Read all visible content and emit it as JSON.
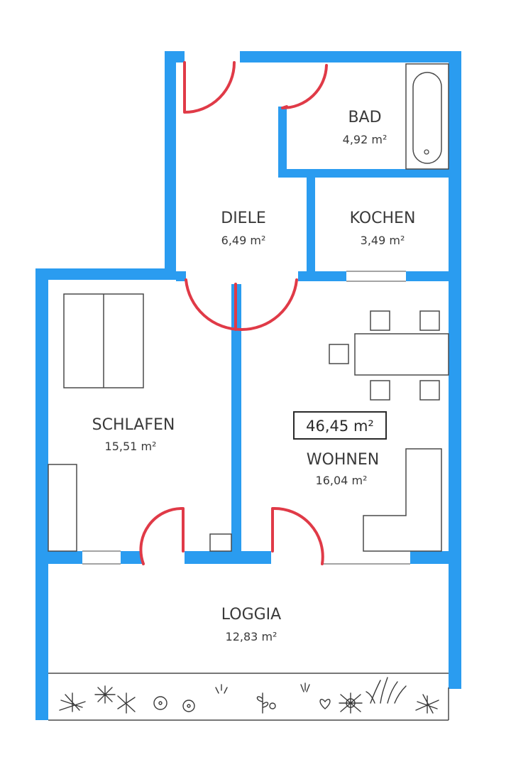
{
  "total": {
    "area": "46,45 m²"
  },
  "rooms": {
    "bad": {
      "name": "BAD",
      "area": "4,92 m²"
    },
    "diele": {
      "name": "DIELE",
      "area": "6,49 m²"
    },
    "kochen": {
      "name": "KOCHEN",
      "area": "3,49 m²"
    },
    "schlafen": {
      "name": "SCHLAFEN",
      "area": "15,51 m²"
    },
    "wohnen": {
      "name": "WOHNEN",
      "area": "16,04 m²"
    },
    "loggia": {
      "name": "LOGGIA",
      "area": "12,83 m²"
    }
  },
  "colors": {
    "wall": "#2a9cf0",
    "door": "#e03a47"
  }
}
